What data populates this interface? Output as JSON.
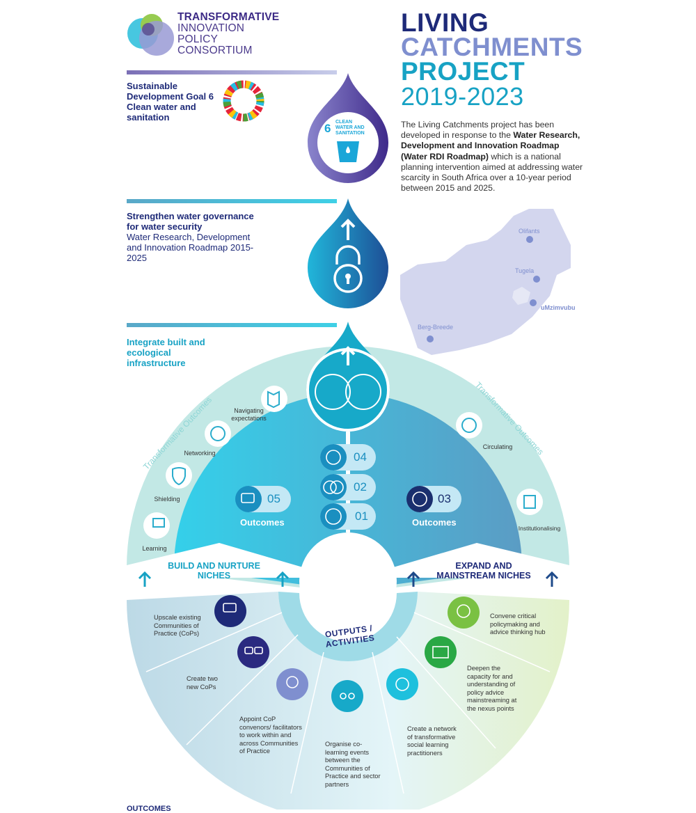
{
  "logo": {
    "line1": "TRANSFORMATIVE",
    "line2": "INNOVATION",
    "line3": "POLICY",
    "line4": "CONSORTIUM"
  },
  "title": {
    "line1": "LIVING",
    "line2": "CATCHMENTS",
    "line3": "PROJECT",
    "years": "2019-2023"
  },
  "intro": {
    "p1": "The Living Catchments project has been developed in response to the ",
    "bold": "Water Research, Development and Innovation Roadmap (Water RDI Roadmap)",
    "p2": " which is a national planning intervention aimed at addressing water scarcity in South Africa over a 10-year period between 2015 and 2025."
  },
  "sdg": {
    "heading": "Sustainable Development Goal 6 Clean water and sanitation",
    "badge_number": "6",
    "badge_text": "CLEAN WATER AND SANITATION"
  },
  "governance": {
    "heading": "Strengthen water governance for water security",
    "sub": "Water Research, Development and Innovation Roadmap 2015-2025"
  },
  "map": {
    "catchments": [
      "Olifants",
      "Tugela",
      "uMzimvubu",
      "Berg-Breede"
    ]
  },
  "integrate": {
    "heading": "Integrate built and ecological infrastructure"
  },
  "transformative": {
    "left_label": "Transformative Outcomes",
    "right_label": "Transformative Outcomes",
    "left_items": [
      "Navigating expectations",
      "Networking",
      "Shielding",
      "Learning"
    ],
    "right_items": [
      "Circulating",
      "Institutionalising"
    ]
  },
  "outcomes": {
    "left": {
      "number": "05",
      "label": "Outcomes"
    },
    "right": {
      "number": "03",
      "label": "Outcomes"
    },
    "center": [
      "04",
      "02",
      "01"
    ]
  },
  "niches": {
    "left": "BUILD AND NURTURE NICHES",
    "right": "EXPAND AND MAINSTREAM NICHES"
  },
  "outputs": {
    "label": "OUTPUTS / ACTIVITIES",
    "items": [
      "Upscale existing Communities of Practice (CoPs)",
      "Create two new CoPs",
      "Appoint CoP convenors/ facilitators to work within and across Communities of Practice",
      "Organise co-learning events between the Communities of Practice and sector partners",
      "Create a network of transformative social learning practitioners",
      "Deepen the capacity for and understanding of policy advice mainstreaming at the nexus points",
      "Convene critical policymaking and advice thinking hub"
    ]
  },
  "footer": {
    "label": "OUTCOMES"
  },
  "colors": {
    "navy": "#1e2a78",
    "periwinkle": "#7f8fcf",
    "cyan": "#17a2c4",
    "teal_light": "#c2e8e5"
  }
}
